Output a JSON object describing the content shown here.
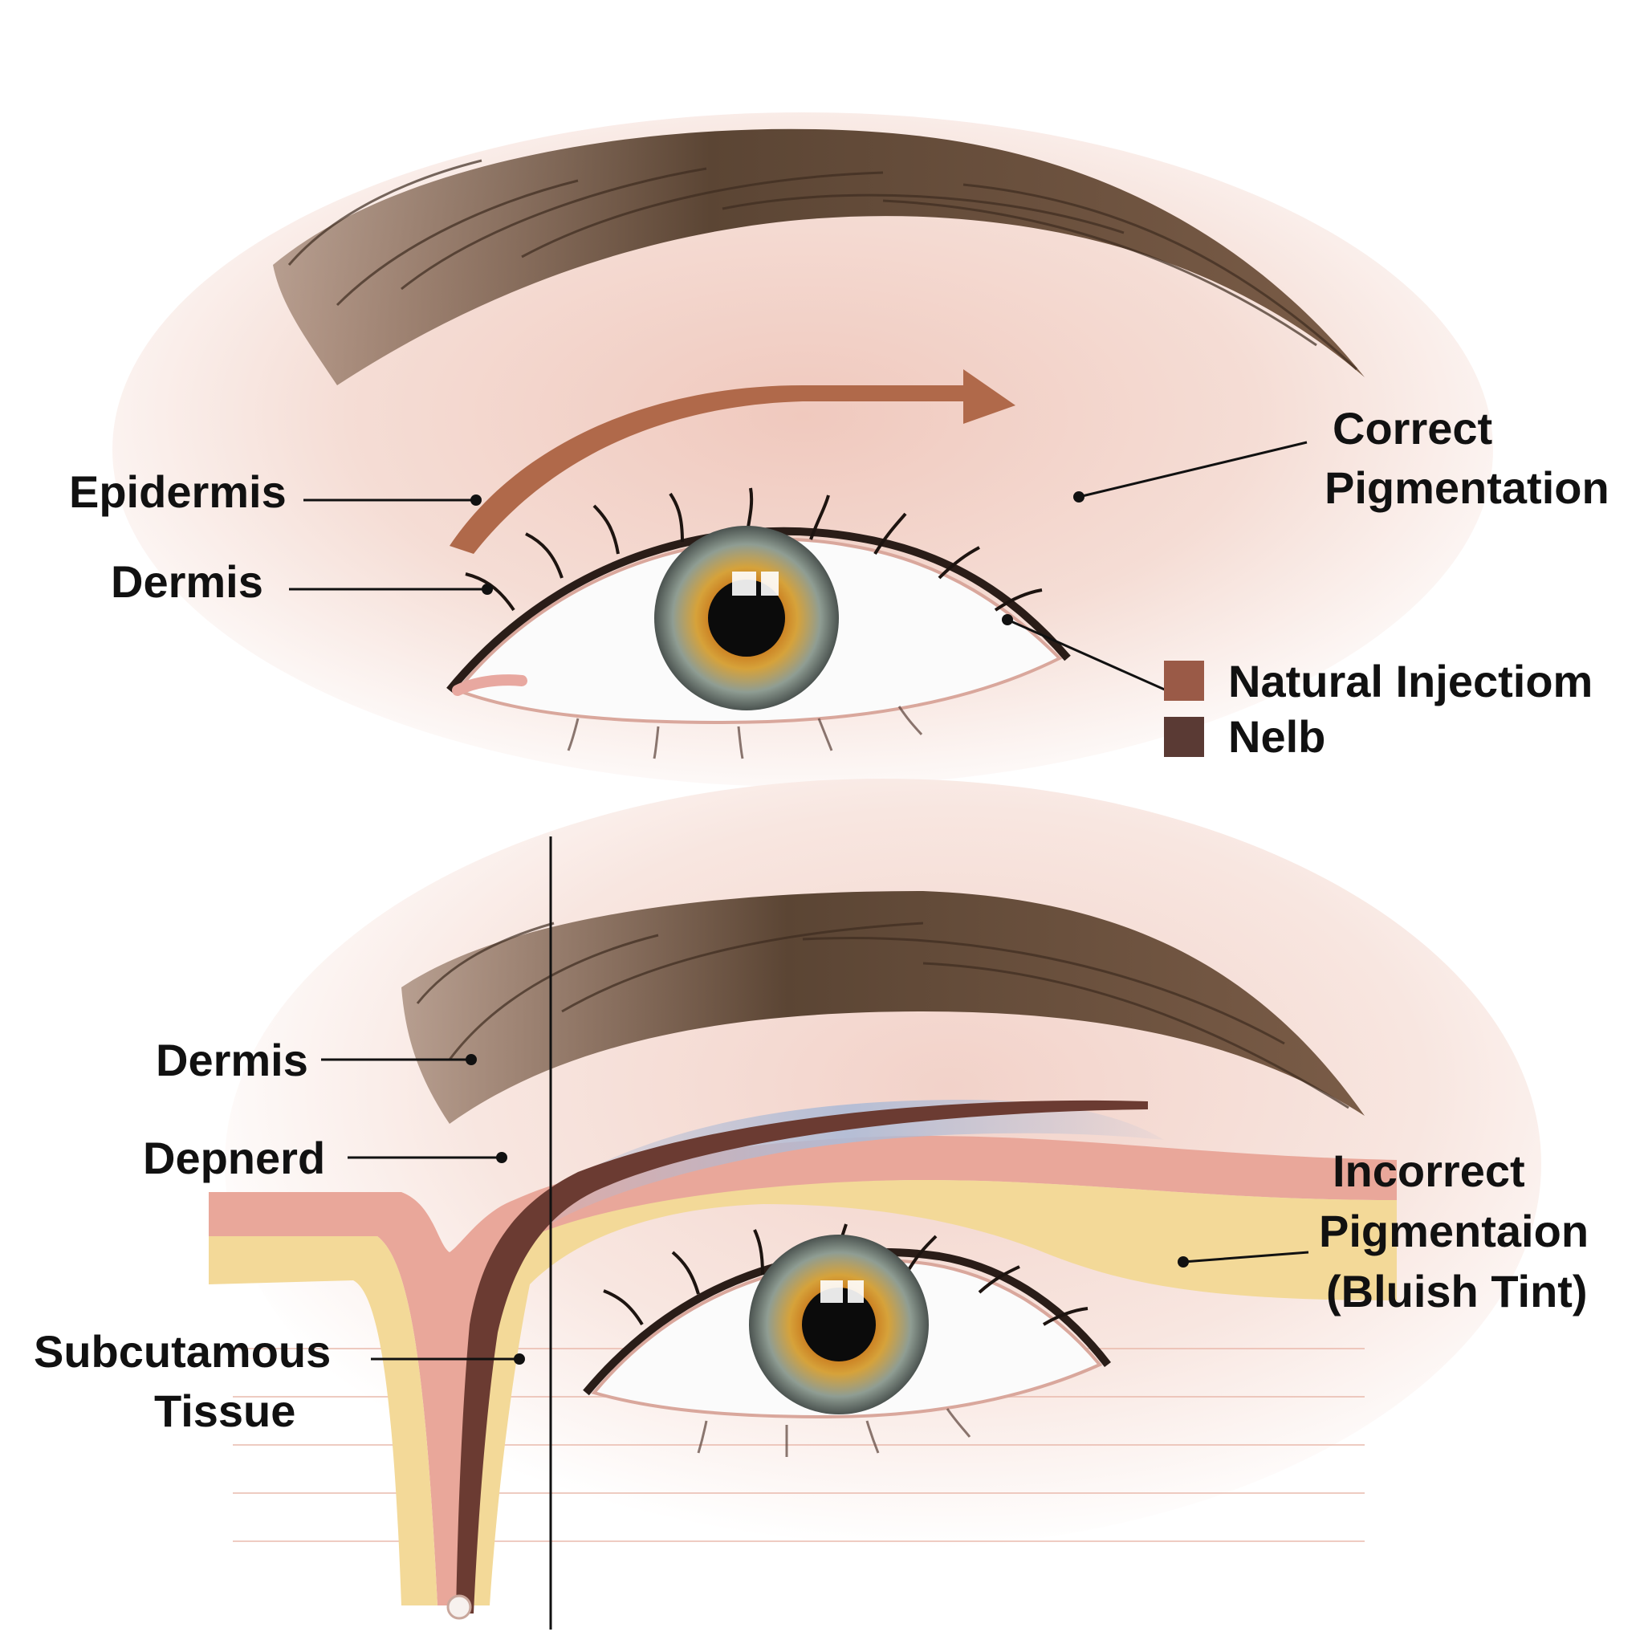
{
  "top_panel": {
    "labels": {
      "epidermis": "Epidermis",
      "dermis": "Dermis",
      "correct_line1": "Correct",
      "correct_line2": "Pigmentation"
    },
    "legend": [
      {
        "label": "Natural  Injectiom",
        "color": "#9a5a47"
      },
      {
        "label": "Nelb",
        "color": "#5a3a34"
      }
    ],
    "arrow_color": "#b0694a"
  },
  "bottom_panel": {
    "labels": {
      "dermis": "Dermis",
      "depnerd": "Depnerd",
      "subcutaneous_line1": "Subcutamous",
      "subcutaneous_line2": "Tissue",
      "incorrect_line1": "Incorrect",
      "incorrect_line2": "Pigmentaion",
      "incorrect_line3": "(Bluish Tint)"
    },
    "colors": {
      "fat_layer": "#f3d998",
      "dermis_layer": "#e9a79a",
      "bluish_tint": "#aebbd6",
      "pigment": "#6b3b32"
    }
  },
  "colors": {
    "brow": "#5b4534",
    "iris_outer": "#7f8c8a",
    "iris_inner": "#c9781f",
    "pupil": "#0b0b0b",
    "skin": "#f1cfc6"
  }
}
